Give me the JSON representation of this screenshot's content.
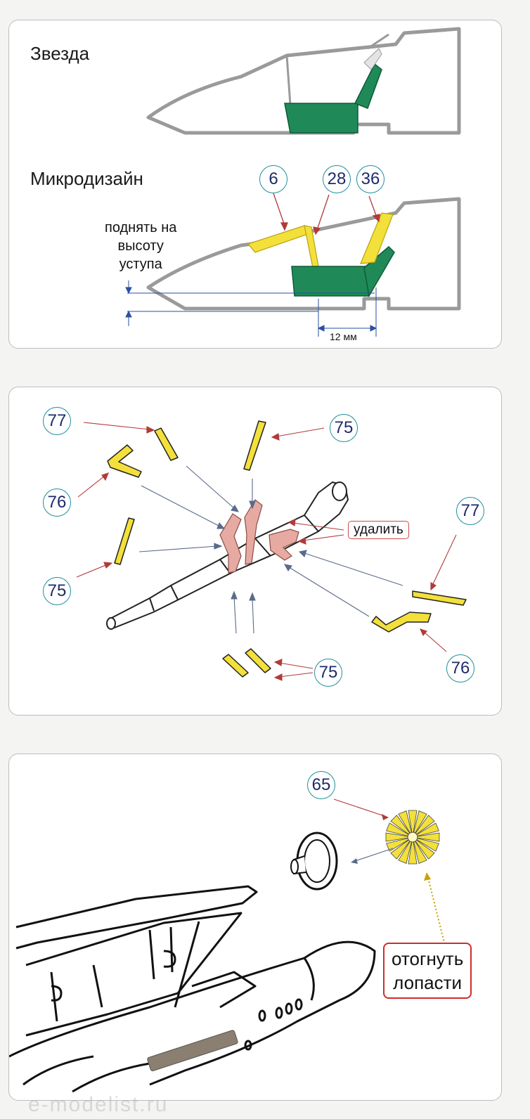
{
  "panel1": {
    "title_top": "Звезда",
    "title_bottom": "Микродизайн",
    "note_lines": [
      "поднять на",
      "высоту",
      "уступа"
    ],
    "dimension": "12 мм",
    "parts": [
      "6",
      "28",
      "36"
    ]
  },
  "panel2": {
    "parts": [
      "77",
      "75",
      "76",
      "75",
      "77",
      "76",
      "75"
    ],
    "remove_label": "удалить"
  },
  "panel3": {
    "part": "65",
    "bend_label_lines": [
      "отогнуть",
      "лопасти"
    ]
  },
  "watermark": "e-modelist.ru",
  "colors": {
    "green": "#1f8a58",
    "yellow": "#f3e03a",
    "pink": "#e7aaa3",
    "arrow_red": "#b23a3a",
    "arrow_blue": "#5a6a8a",
    "badge_border": "#1e8f9e",
    "badge_text": "#1d2b6b"
  }
}
